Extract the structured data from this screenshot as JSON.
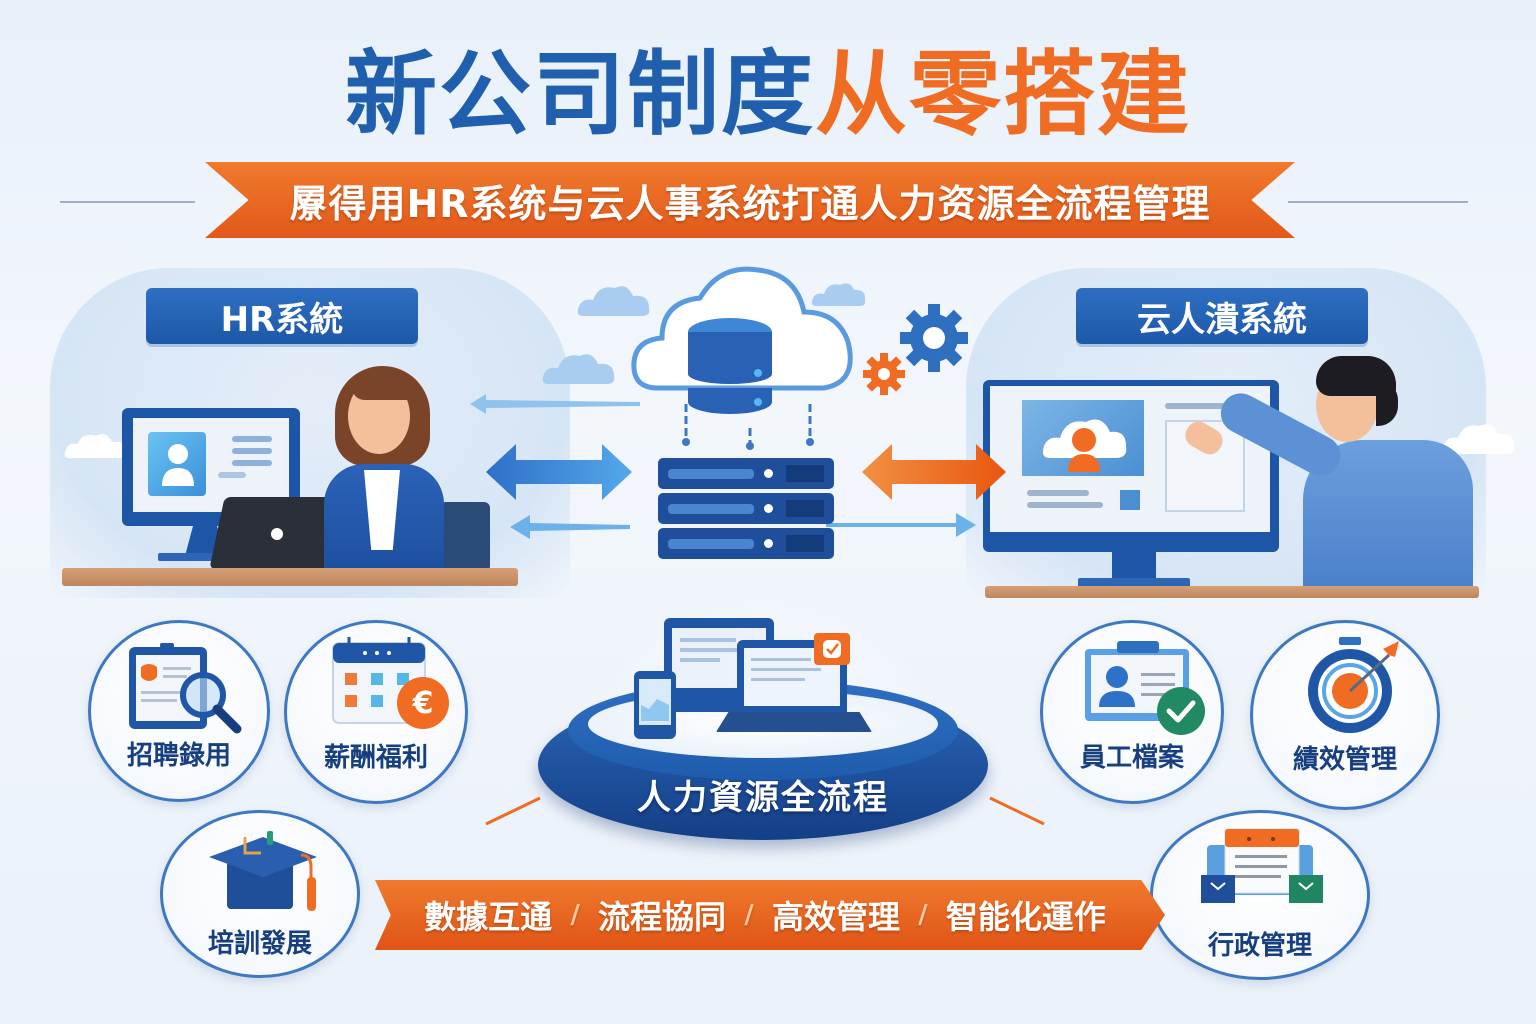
{
  "title": {
    "part_blue": "新公司制度",
    "part_orange": "从零搭建"
  },
  "subtitle_ribbon": "屪得用HR系统与云人事系统打通人力资源全流程管理",
  "left_panel": {
    "label": "HR系統",
    "figure": "woman-at-desk"
  },
  "right_panel": {
    "label": "云人潰系統",
    "figure": "man-pointing-at-monitor"
  },
  "center": {
    "icons": [
      "cloud-database-icon",
      "server-stack-icon",
      "gear-icon-blue",
      "gear-icon-orange"
    ],
    "arrows": [
      "left-blue-double-arrow",
      "right-orange-double-arrow"
    ]
  },
  "platform": {
    "label": "人力資源全流程",
    "devices": [
      "tablet-icon",
      "phone-icon",
      "laptop-icon",
      "checklist-badge-icon"
    ]
  },
  "features": [
    {
      "label": "招聘錄用",
      "icon": "resume-search-icon"
    },
    {
      "label": "薪酬福利",
      "icon": "calendar-euro-icon"
    },
    {
      "label": "員工檔案",
      "icon": "id-card-check-icon"
    },
    {
      "label": "績效管理",
      "icon": "target-icon"
    },
    {
      "label": "培訓發展",
      "icon": "graduation-cap-icon"
    },
    {
      "label": "行政管理",
      "icon": "calendar-mail-icon"
    }
  ],
  "bottom_banner": {
    "items": [
      "數據互通",
      "流程協同",
      "高效管理",
      "智能化運作"
    ]
  },
  "colors": {
    "primary_blue": "#1f5fae",
    "accent_orange": "#ef6c22",
    "dark_navy": "#173f80"
  }
}
